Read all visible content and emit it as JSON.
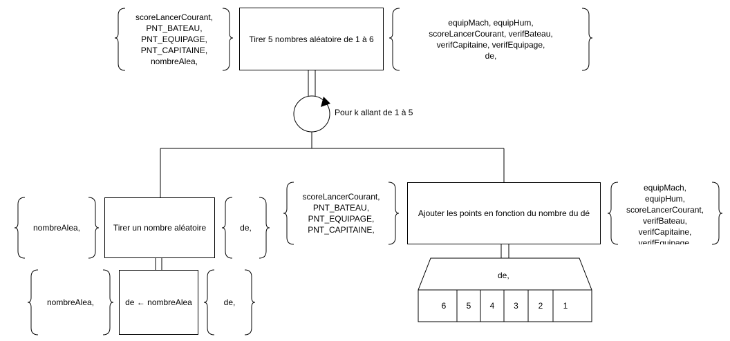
{
  "top": {
    "inputs": [
      "scoreLancerCourant,",
      "PNT_BATEAU,",
      "PNT_EQUIPAGE,",
      "PNT_CAPITAINE,",
      "nombreAlea,"
    ],
    "action": "Tirer 5 nombres aléatoire de 1 à 6",
    "outputs": [
      "equipMach, equipHum,",
      "scoreLancerCourant, verifBateau,",
      "verifCapitaine, verifEquipage,",
      "de,"
    ]
  },
  "loop": {
    "label": "Pour k allant de 1 à 5"
  },
  "left": {
    "inputs": [
      "nombreAlea,"
    ],
    "action": "Tirer un nombre aléatoire",
    "outputs": [
      "de,"
    ]
  },
  "left_sub": {
    "inputs": [
      "nombreAlea,"
    ],
    "action": "de ← nombreAlea",
    "outputs": [
      "de,"
    ]
  },
  "right": {
    "inputs": [
      "scoreLancerCourant,",
      "PNT_BATEAU,",
      "PNT_EQUIPAGE,",
      "PNT_CAPITAINE,"
    ],
    "action": "Ajouter les points en fonction du nombre du dé",
    "outputs": [
      "equipMach,",
      "equipHum,",
      "scoreLancerCourant,",
      "verifBateau,",
      "verifCapitaine,",
      "verifEquipage,"
    ]
  },
  "switch": {
    "variable": "de,",
    "cases": [
      "6",
      "5",
      "4",
      "3",
      "2",
      "1"
    ]
  }
}
